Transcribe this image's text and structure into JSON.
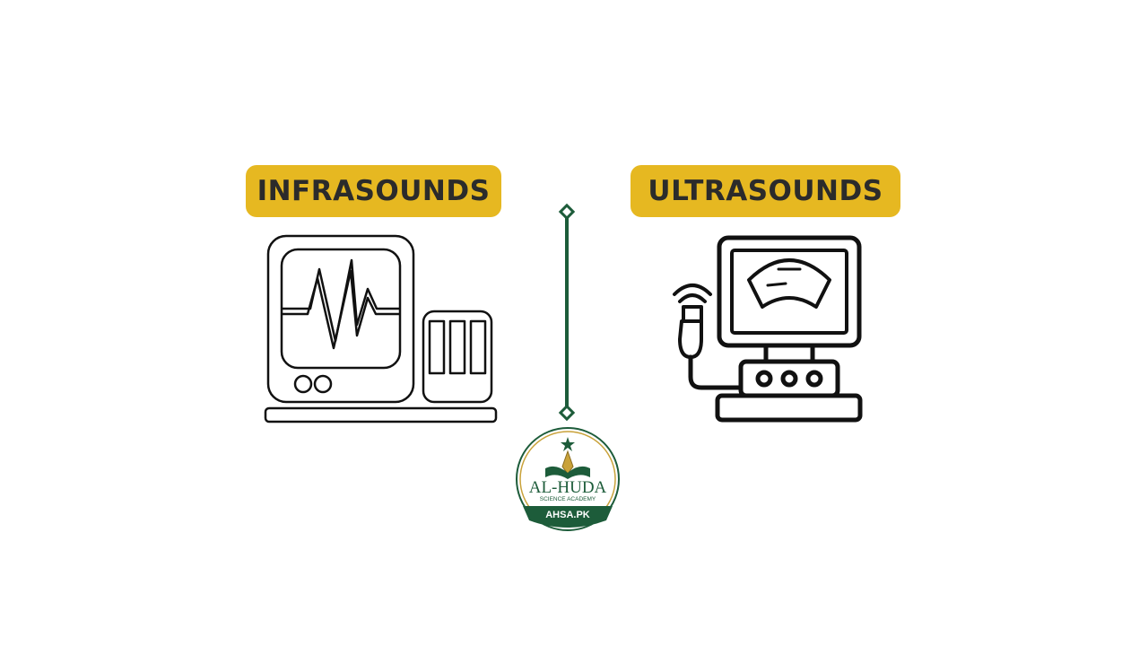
{
  "colors": {
    "label_bg": "#E6B821",
    "label_text": "#2b2b2b",
    "divider": "#1d5c3a",
    "logo_green": "#1d5c3a",
    "logo_gold": "#c9a23a",
    "icon_stroke": "#111111"
  },
  "left": {
    "title": "INFRASOUNDS",
    "icon": "monitor-waveform-icon"
  },
  "right": {
    "title": "ULTRASOUNDS",
    "icon": "ultrasound-machine-icon"
  },
  "logo": {
    "name": "AL-HUDA",
    "subtitle": "SCIENCE ACADEMY",
    "website": "AHSA.PK"
  }
}
